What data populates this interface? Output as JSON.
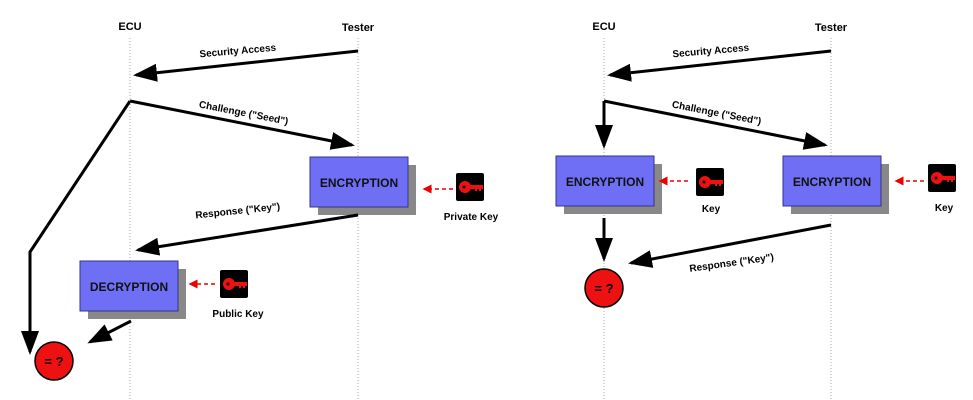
{
  "left": {
    "actors": {
      "ecu": "ECU",
      "tester": "Tester"
    },
    "messages": {
      "security_access": "Security Access",
      "challenge": "Challenge (\"Seed\")",
      "response": "Response (\"Key\")"
    },
    "boxes": {
      "encryption": "ENCRYPTION",
      "decryption": "DECRYPTION"
    },
    "keys": {
      "private": "Private Key",
      "public": "Public Key"
    },
    "compare": "= ?"
  },
  "right": {
    "actors": {
      "ecu": "ECU",
      "tester": "Tester"
    },
    "messages": {
      "security_access": "Security Access",
      "challenge": "Challenge (\"Seed\")",
      "response": "Response (\"Key\")"
    },
    "boxes": {
      "ecu_encryption": "ENCRYPTION",
      "tester_encryption": "ENCRYPTION"
    },
    "keys": {
      "ecu_key": "Key",
      "tester_key": "Key"
    },
    "compare": "= ?"
  },
  "colors": {
    "box": "#6f6ff5",
    "compare": "#ee1111",
    "key": "#ee1111",
    "dashed_arrow": "#ee0000"
  }
}
